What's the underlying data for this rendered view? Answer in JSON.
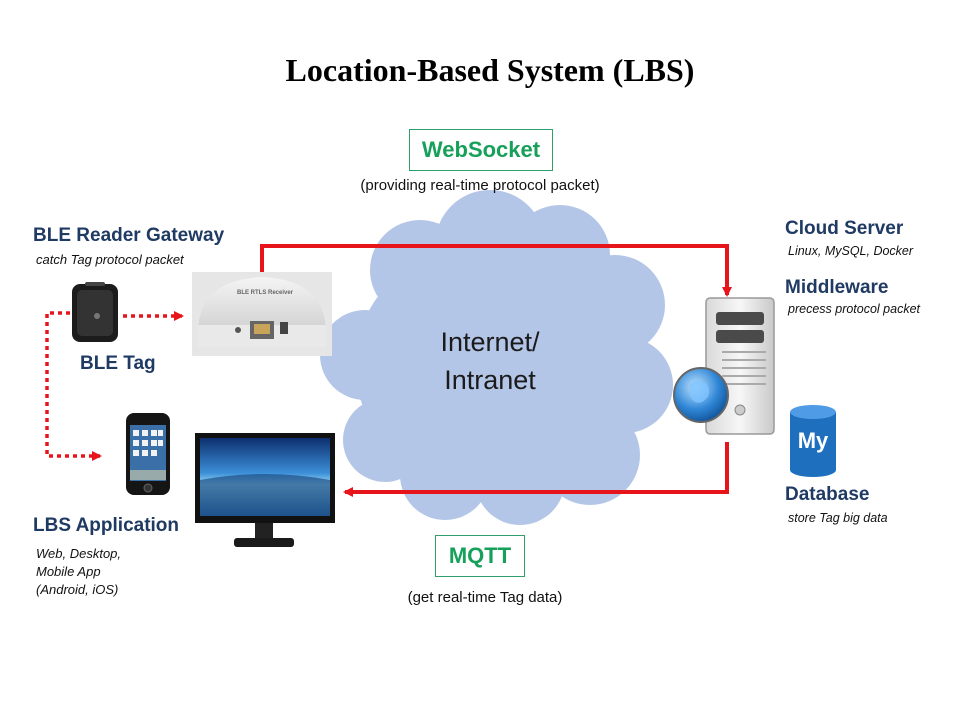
{
  "title": "Location-Based System (LBS)",
  "websocket": {
    "label": "WebSocket",
    "caption": "(providing real-time protocol packet)"
  },
  "mqtt": {
    "label": "MQTT",
    "caption": "(get real-time Tag data)"
  },
  "cloud": {
    "line1": "Internet/",
    "line2": "Intranet"
  },
  "gateway": {
    "title": "BLE Reader Gateway",
    "subtitle": "catch Tag protocol packet",
    "device_text": "BLE RTLS Receiver"
  },
  "tag": {
    "title": "BLE Tag"
  },
  "app": {
    "title": "LBS Application",
    "lines": [
      "Web, Desktop,",
      "Mobile App",
      "(Android, iOS)"
    ]
  },
  "cloud_server": {
    "title": "Cloud Server",
    "subtitle": "Linux, MySQL, Docker"
  },
  "middleware": {
    "title": "Middleware",
    "subtitle": "precess protocol packet"
  },
  "database": {
    "title": "Database",
    "subtitle": "store Tag big data",
    "icon_text": "My"
  },
  "colors": {
    "title": "#000000",
    "heading": "#1f3a63",
    "protocol_green": "#16a05a",
    "arrow_red": "#e8141c",
    "cloud": "#b4c6e7"
  }
}
